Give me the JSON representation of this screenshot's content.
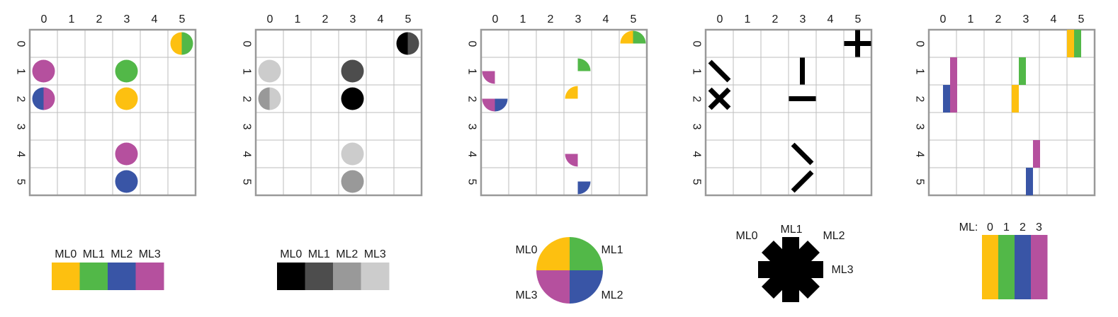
{
  "colors": {
    "ml0": "#fdc010",
    "ml1": "#52b848",
    "ml2": "#3955a6",
    "ml3": "#b5509e",
    "gray0": "#000000",
    "gray1": "#4d4d4d",
    "gray2": "#999999",
    "gray3": "#cccccc",
    "grid": "#bdbdbd",
    "frame": "#999999"
  },
  "grid": {
    "col_labels": [
      "0",
      "1",
      "2",
      "3",
      "4",
      "5"
    ],
    "row_labels": [
      "0",
      "1",
      "2",
      "3",
      "4",
      "5"
    ]
  },
  "legends": {
    "color_bar": {
      "labels": [
        "ML0",
        "ML1",
        "ML2",
        "ML3"
      ]
    },
    "gray_bar": {
      "labels": [
        "ML0",
        "ML1",
        "ML2",
        "ML3"
      ]
    },
    "pie": {
      "labels": [
        "ML0",
        "ML1",
        "ML2",
        "ML3"
      ]
    },
    "star": {
      "labels": [
        "ML0",
        "ML1",
        "ML2",
        "ML3"
      ]
    },
    "vbar": {
      "prefix": "ML:",
      "labels": [
        "0",
        "1",
        "2",
        "3"
      ]
    }
  },
  "cells": [
    {
      "row": 0,
      "col": 5,
      "levels": [
        0,
        1
      ]
    },
    {
      "row": 1,
      "col": 0,
      "levels": [
        3
      ]
    },
    {
      "row": 1,
      "col": 3,
      "levels": [
        1
      ]
    },
    {
      "row": 2,
      "col": 0,
      "levels": [
        2,
        3
      ]
    },
    {
      "row": 2,
      "col": 3,
      "levels": [
        0
      ]
    },
    {
      "row": 4,
      "col": 3,
      "levels": [
        3
      ]
    },
    {
      "row": 5,
      "col": 3,
      "levels": [
        2
      ]
    }
  ]
}
